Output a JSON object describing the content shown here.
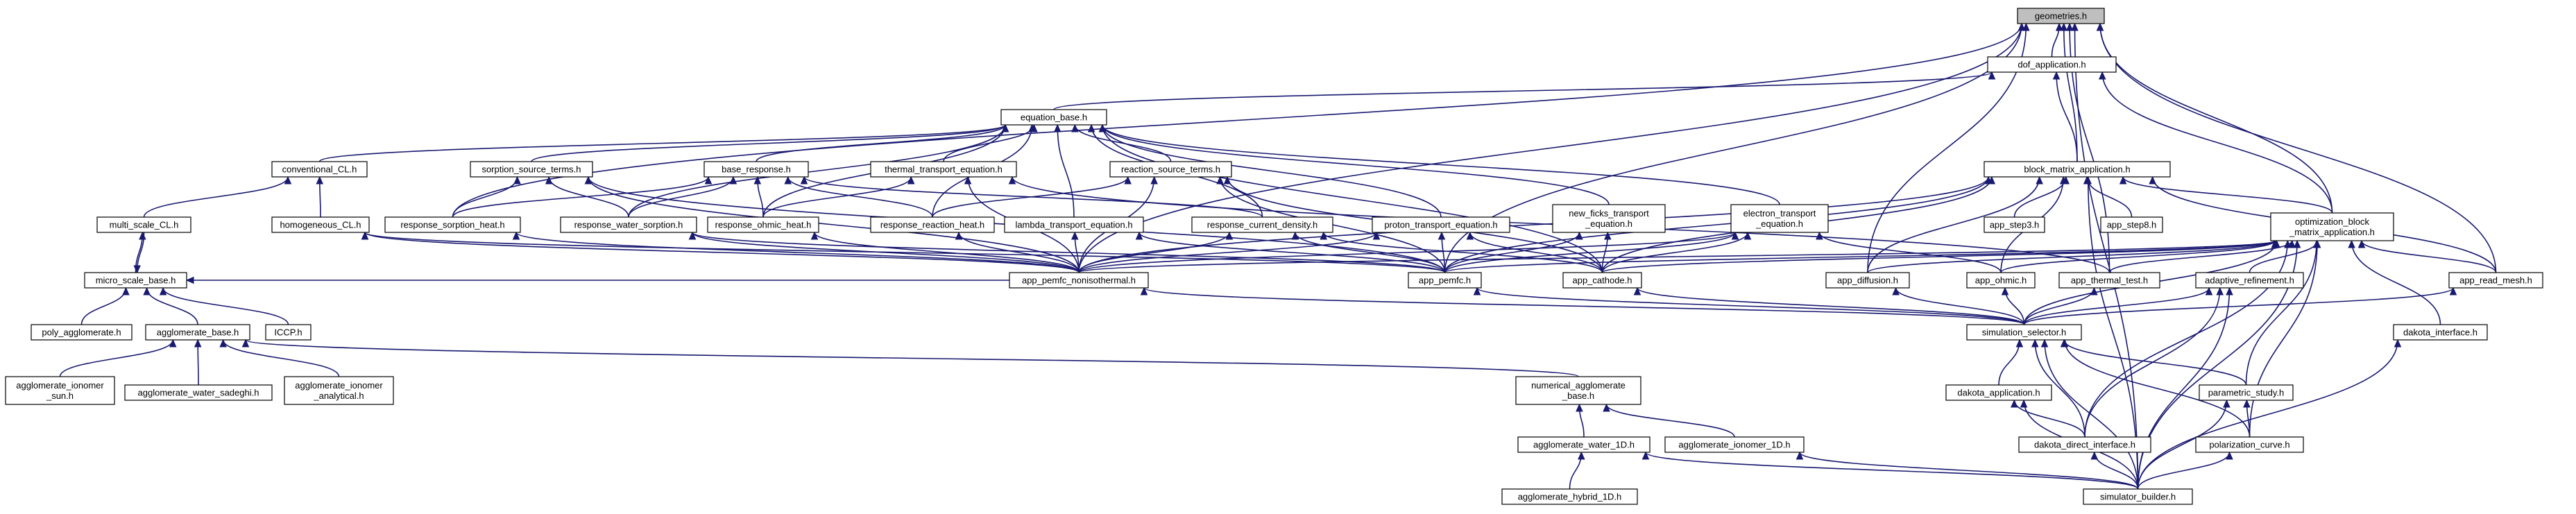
{
  "nodes": [
    {
      "id": "geometries",
      "lines": [
        "geometries.h"
      ],
      "root": true
    },
    {
      "id": "dof_application",
      "lines": [
        "dof_application.h"
      ]
    },
    {
      "id": "equation_base",
      "lines": [
        "equation_base.h"
      ]
    },
    {
      "id": "block_matrix_application",
      "lines": [
        "block_matrix_application.h"
      ]
    },
    {
      "id": "conventional_cl",
      "lines": [
        "conventional_CL.h"
      ]
    },
    {
      "id": "sorption_source_terms",
      "lines": [
        "sorption_source_terms.h"
      ]
    },
    {
      "id": "base_response",
      "lines": [
        "base_response.h"
      ]
    },
    {
      "id": "thermal_transport_equation",
      "lines": [
        "thermal_transport_equation.h"
      ]
    },
    {
      "id": "reaction_source_terms",
      "lines": [
        "reaction_source_terms.h"
      ]
    },
    {
      "id": "new_ficks_transport_equation",
      "lines": [
        "new_ficks_transport",
        "_equation.h"
      ]
    },
    {
      "id": "electron_transport_equation",
      "lines": [
        "electron_transport",
        "_equation.h"
      ]
    },
    {
      "id": "optimization_block_matrix_application",
      "lines": [
        "optimization_block",
        "_matrix_application.h"
      ]
    },
    {
      "id": "multi_scale_cl",
      "lines": [
        "multi_scale_CL.h"
      ]
    },
    {
      "id": "homogeneous_cl",
      "lines": [
        "homogeneous_CL.h"
      ]
    },
    {
      "id": "response_sorption_heat",
      "lines": [
        "response_sorption_heat.h"
      ]
    },
    {
      "id": "response_water_sorption",
      "lines": [
        "response_water_sorption.h"
      ]
    },
    {
      "id": "response_ohmic_heat",
      "lines": [
        "response_ohmic_heat.h"
      ]
    },
    {
      "id": "response_reaction_heat",
      "lines": [
        "response_reaction_heat.h"
      ]
    },
    {
      "id": "lambda_transport_equation",
      "lines": [
        "lambda_transport_equation.h"
      ]
    },
    {
      "id": "response_current_density",
      "lines": [
        "response_current_density.h"
      ]
    },
    {
      "id": "proton_transport_equation",
      "lines": [
        "proton_transport_equation.h"
      ]
    },
    {
      "id": "app_step3",
      "lines": [
        "app_step3.h"
      ]
    },
    {
      "id": "app_step8",
      "lines": [
        "app_step8.h"
      ]
    },
    {
      "id": "micro_scale_base",
      "lines": [
        "micro_scale_base.h"
      ]
    },
    {
      "id": "app_pemfc_nonisothermal",
      "lines": [
        "app_pemfc_nonisothermal.h"
      ]
    },
    {
      "id": "app_pemfc",
      "lines": [
        "app_pemfc.h"
      ]
    },
    {
      "id": "app_cathode",
      "lines": [
        "app_cathode.h"
      ]
    },
    {
      "id": "app_diffusion",
      "lines": [
        "app_diffusion.h"
      ]
    },
    {
      "id": "app_ohmic",
      "lines": [
        "app_ohmic.h"
      ]
    },
    {
      "id": "app_thermal_test",
      "lines": [
        "app_thermal_test.h"
      ]
    },
    {
      "id": "adaptive_refinement",
      "lines": [
        "adaptive_refinement.h"
      ]
    },
    {
      "id": "app_read_mesh",
      "lines": [
        "app_read_mesh.h"
      ]
    },
    {
      "id": "poly_agglomerate",
      "lines": [
        "poly_agglomerate.h"
      ]
    },
    {
      "id": "agglomerate_base",
      "lines": [
        "agglomerate_base.h"
      ]
    },
    {
      "id": "iccp",
      "lines": [
        "ICCP.h"
      ]
    },
    {
      "id": "simulation_selector",
      "lines": [
        "simulation_selector.h"
      ]
    },
    {
      "id": "dakota_interface",
      "lines": [
        "dakota_interface.h"
      ]
    },
    {
      "id": "agglomerate_ionomer_sun",
      "lines": [
        "agglomerate_ionomer",
        "_sun.h"
      ]
    },
    {
      "id": "agglomerate_water_sadeghi",
      "lines": [
        "agglomerate_water_sadeghi.h"
      ]
    },
    {
      "id": "agglomerate_ionomer_analytical",
      "lines": [
        "agglomerate_ionomer",
        "_analytical.h"
      ]
    },
    {
      "id": "numerical_agglomerate_base",
      "lines": [
        "numerical_agglomerate",
        "_base.h"
      ]
    },
    {
      "id": "dakota_application",
      "lines": [
        "dakota_application.h"
      ]
    },
    {
      "id": "parametric_study",
      "lines": [
        "parametric_study.h"
      ]
    },
    {
      "id": "agglomerate_water_1d",
      "lines": [
        "agglomerate_water_1D.h"
      ]
    },
    {
      "id": "agglomerate_ionomer_1d",
      "lines": [
        "agglomerate_ionomer_1D.h"
      ]
    },
    {
      "id": "dakota_direct_interface",
      "lines": [
        "dakota_direct_interface.h"
      ]
    },
    {
      "id": "polarization_curve",
      "lines": [
        "polarization_curve.h"
      ]
    },
    {
      "id": "agglomerate_hybrid_1d",
      "lines": [
        "agglomerate_hybrid_1D.h"
      ]
    },
    {
      "id": "simulator_builder",
      "lines": [
        "simulator_builder.h"
      ]
    }
  ],
  "edges": [
    [
      "dof_application",
      "geometries"
    ],
    [
      "block_matrix_application",
      "dof_application"
    ],
    [
      "optimization_block_matrix_application",
      "dof_application"
    ],
    [
      "equation_base",
      "dof_application"
    ],
    [
      "block_matrix_application",
      "geometries"
    ],
    [
      "app_pemfc_nonisothermal",
      "geometries"
    ],
    [
      "app_pemfc",
      "geometries"
    ],
    [
      "app_diffusion",
      "geometries"
    ],
    [
      "app_thermal_test",
      "geometries"
    ],
    [
      "optimization_block_matrix_application",
      "geometries"
    ],
    [
      "app_read_mesh",
      "geometries"
    ],
    [
      "simulator_builder",
      "geometries"
    ],
    [
      "response_sorption_heat",
      "geometries"
    ],
    [
      "conventional_cl",
      "equation_base"
    ],
    [
      "sorption_source_terms",
      "equation_base"
    ],
    [
      "base_response",
      "equation_base"
    ],
    [
      "thermal_transport_equation",
      "equation_base"
    ],
    [
      "reaction_source_terms",
      "equation_base"
    ],
    [
      "new_ficks_transport_equation",
      "equation_base"
    ],
    [
      "electron_transport_equation",
      "equation_base"
    ],
    [
      "response_water_sorption",
      "equation_base"
    ],
    [
      "response_ohmic_heat",
      "equation_base"
    ],
    [
      "response_reaction_heat",
      "equation_base"
    ],
    [
      "lambda_transport_equation",
      "equation_base"
    ],
    [
      "response_current_density",
      "equation_base"
    ],
    [
      "proton_transport_equation",
      "equation_base"
    ],
    [
      "app_cathode",
      "equation_base"
    ],
    [
      "multi_scale_cl",
      "conventional_cl"
    ],
    [
      "homogeneous_cl",
      "conventional_cl"
    ],
    [
      "micro_scale_base",
      "multi_scale_cl"
    ],
    [
      "multi_scale_cl",
      "micro_scale_base"
    ],
    [
      "response_sorption_heat",
      "sorption_source_terms"
    ],
    [
      "response_water_sorption",
      "sorption_source_terms"
    ],
    [
      "app_pemfc",
      "sorption_source_terms"
    ],
    [
      "app_pemfc_nonisothermal",
      "sorption_source_terms"
    ],
    [
      "response_sorption_heat",
      "base_response"
    ],
    [
      "response_water_sorption",
      "base_response"
    ],
    [
      "response_ohmic_heat",
      "base_response"
    ],
    [
      "response_reaction_heat",
      "base_response"
    ],
    [
      "response_current_density",
      "base_response"
    ],
    [
      "app_pemfc_nonisothermal",
      "thermal_transport_equation"
    ],
    [
      "response_ohmic_heat",
      "thermal_transport_equation"
    ],
    [
      "app_thermal_test",
      "thermal_transport_equation"
    ],
    [
      "response_reaction_heat",
      "reaction_source_terms"
    ],
    [
      "app_pemfc_nonisothermal",
      "reaction_source_terms"
    ],
    [
      "app_pemfc",
      "reaction_source_terms"
    ],
    [
      "app_cathode",
      "reaction_source_terms"
    ],
    [
      "app_pemfc",
      "new_ficks_transport_equation"
    ],
    [
      "app_cathode",
      "new_ficks_transport_equation"
    ],
    [
      "app_pemfc_nonisothermal",
      "electron_transport_equation"
    ],
    [
      "app_pemfc",
      "electron_transport_equation"
    ],
    [
      "app_cathode",
      "electron_transport_equation"
    ],
    [
      "app_ohmic",
      "electron_transport_equation"
    ],
    [
      "app_pemfc_nonisothermal",
      "homogeneous_cl"
    ],
    [
      "app_pemfc_nonisothermal",
      "response_sorption_heat"
    ],
    [
      "app_pemfc_nonisothermal",
      "response_water_sorption"
    ],
    [
      "app_pemfc_nonisothermal",
      "response_ohmic_heat"
    ],
    [
      "app_pemfc_nonisothermal",
      "response_reaction_heat"
    ],
    [
      "app_pemfc_nonisothermal",
      "lambda_transport_equation"
    ],
    [
      "app_pemfc_nonisothermal",
      "response_current_density"
    ],
    [
      "app_pemfc_nonisothermal",
      "proton_transport_equation"
    ],
    [
      "app_pemfc",
      "response_current_density"
    ],
    [
      "app_pemfc",
      "proton_transport_equation"
    ],
    [
      "app_pemfc",
      "lambda_transport_equation"
    ],
    [
      "app_pemfc",
      "response_water_sorption"
    ],
    [
      "app_cathode",
      "response_current_density"
    ],
    [
      "app_cathode",
      "proton_transport_equation"
    ],
    [
      "app_pemfc",
      "homogeneous_cl"
    ],
    [
      "app_pemfc_nonisothermal",
      "micro_scale_base"
    ],
    [
      "poly_agglomerate",
      "micro_scale_base"
    ],
    [
      "agglomerate_base",
      "micro_scale_base"
    ],
    [
      "iccp",
      "micro_scale_base"
    ],
    [
      "agglomerate_ionomer_sun",
      "agglomerate_base"
    ],
    [
      "agglomerate_water_sadeghi",
      "agglomerate_base"
    ],
    [
      "agglomerate_ionomer_analytical",
      "agglomerate_base"
    ],
    [
      "numerical_agglomerate_base",
      "agglomerate_base"
    ],
    [
      "agglomerate_water_1d",
      "numerical_agglomerate_base"
    ],
    [
      "agglomerate_ionomer_1d",
      "numerical_agglomerate_base"
    ],
    [
      "agglomerate_hybrid_1d",
      "agglomerate_water_1d"
    ],
    [
      "simulator_builder",
      "agglomerate_water_1d"
    ],
    [
      "simulator_builder",
      "agglomerate_ionomer_1d"
    ],
    [
      "app_step3",
      "block_matrix_application"
    ],
    [
      "app_step8",
      "block_matrix_application"
    ],
    [
      "optimization_block_matrix_application",
      "block_matrix_application"
    ],
    [
      "app_pemfc_nonisothermal",
      "block_matrix_application"
    ],
    [
      "app_pemfc",
      "block_matrix_application"
    ],
    [
      "app_cathode",
      "block_matrix_application"
    ],
    [
      "app_diffusion",
      "block_matrix_application"
    ],
    [
      "app_ohmic",
      "block_matrix_application"
    ],
    [
      "app_read_mesh",
      "block_matrix_application"
    ],
    [
      "simulator_builder",
      "block_matrix_application"
    ],
    [
      "app_pemfc_nonisothermal",
      "optimization_block_matrix_application"
    ],
    [
      "app_pemfc",
      "optimization_block_matrix_application"
    ],
    [
      "app_cathode",
      "optimization_block_matrix_application"
    ],
    [
      "app_diffusion",
      "optimization_block_matrix_application"
    ],
    [
      "app_ohmic",
      "optimization_block_matrix_application"
    ],
    [
      "app_thermal_test",
      "optimization_block_matrix_application"
    ],
    [
      "adaptive_refinement",
      "optimization_block_matrix_application"
    ],
    [
      "app_read_mesh",
      "optimization_block_matrix_application"
    ],
    [
      "dakota_interface",
      "optimization_block_matrix_application"
    ],
    [
      "simulation_selector",
      "optimization_block_matrix_application"
    ],
    [
      "parametric_study",
      "optimization_block_matrix_application"
    ],
    [
      "polarization_curve",
      "optimization_block_matrix_application"
    ],
    [
      "simulator_builder",
      "optimization_block_matrix_application"
    ],
    [
      "dakota_direct_interface",
      "optimization_block_matrix_application"
    ],
    [
      "simulation_selector",
      "app_pemfc_nonisothermal"
    ],
    [
      "simulation_selector",
      "app_pemfc"
    ],
    [
      "simulation_selector",
      "app_cathode"
    ],
    [
      "simulation_selector",
      "app_diffusion"
    ],
    [
      "simulation_selector",
      "app_ohmic"
    ],
    [
      "simulation_selector",
      "app_thermal_test"
    ],
    [
      "simulation_selector",
      "app_read_mesh"
    ],
    [
      "simulation_selector",
      "adaptive_refinement"
    ],
    [
      "dakota_direct_interface",
      "adaptive_refinement"
    ],
    [
      "simulator_builder",
      "adaptive_refinement"
    ],
    [
      "dakota_application",
      "simulation_selector"
    ],
    [
      "dakota_direct_interface",
      "simulation_selector"
    ],
    [
      "parametric_study",
      "simulation_selector"
    ],
    [
      "polarization_curve",
      "simulation_selector"
    ],
    [
      "simulator_builder",
      "simulation_selector"
    ],
    [
      "dakota_direct_interface",
      "dakota_application"
    ],
    [
      "simulator_builder",
      "dakota_application"
    ],
    [
      "polarization_curve",
      "parametric_study"
    ],
    [
      "simulator_builder",
      "parametric_study"
    ],
    [
      "simulator_builder",
      "dakota_direct_interface"
    ],
    [
      "simulator_builder",
      "polarization_curve"
    ],
    [
      "simulator_builder",
      "dakota_interface"
    ]
  ]
}
